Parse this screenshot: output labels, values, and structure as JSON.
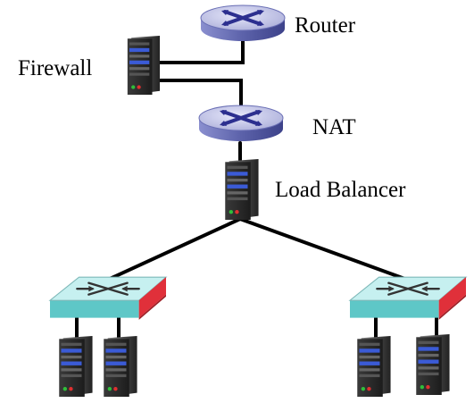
{
  "labels": {
    "router": "Router",
    "firewall": "Firewall",
    "nat": "NAT",
    "load_balancer": "Load Balancer"
  },
  "icons": {
    "router": "router-icon",
    "nat": "nat-router-icon",
    "firewall": "firewall-server-icon",
    "load_balancer": "load-balancer-server-icon",
    "switches": [
      "switch-left-icon",
      "switch-right-icon"
    ],
    "servers": [
      "server-icon",
      "server-icon",
      "server-icon",
      "server-icon"
    ]
  },
  "colors": {
    "router_body": "#6f74b8",
    "router_top": "#c7c9ee",
    "router_arrow": "#2c2f8f",
    "server_dark": "#2b2b2b",
    "server_blue": "#3b5bd6",
    "switch_top": "#bfeeee",
    "switch_side": "#5ec7c7",
    "switch_edge": "#e0303a",
    "link": "#000000"
  }
}
